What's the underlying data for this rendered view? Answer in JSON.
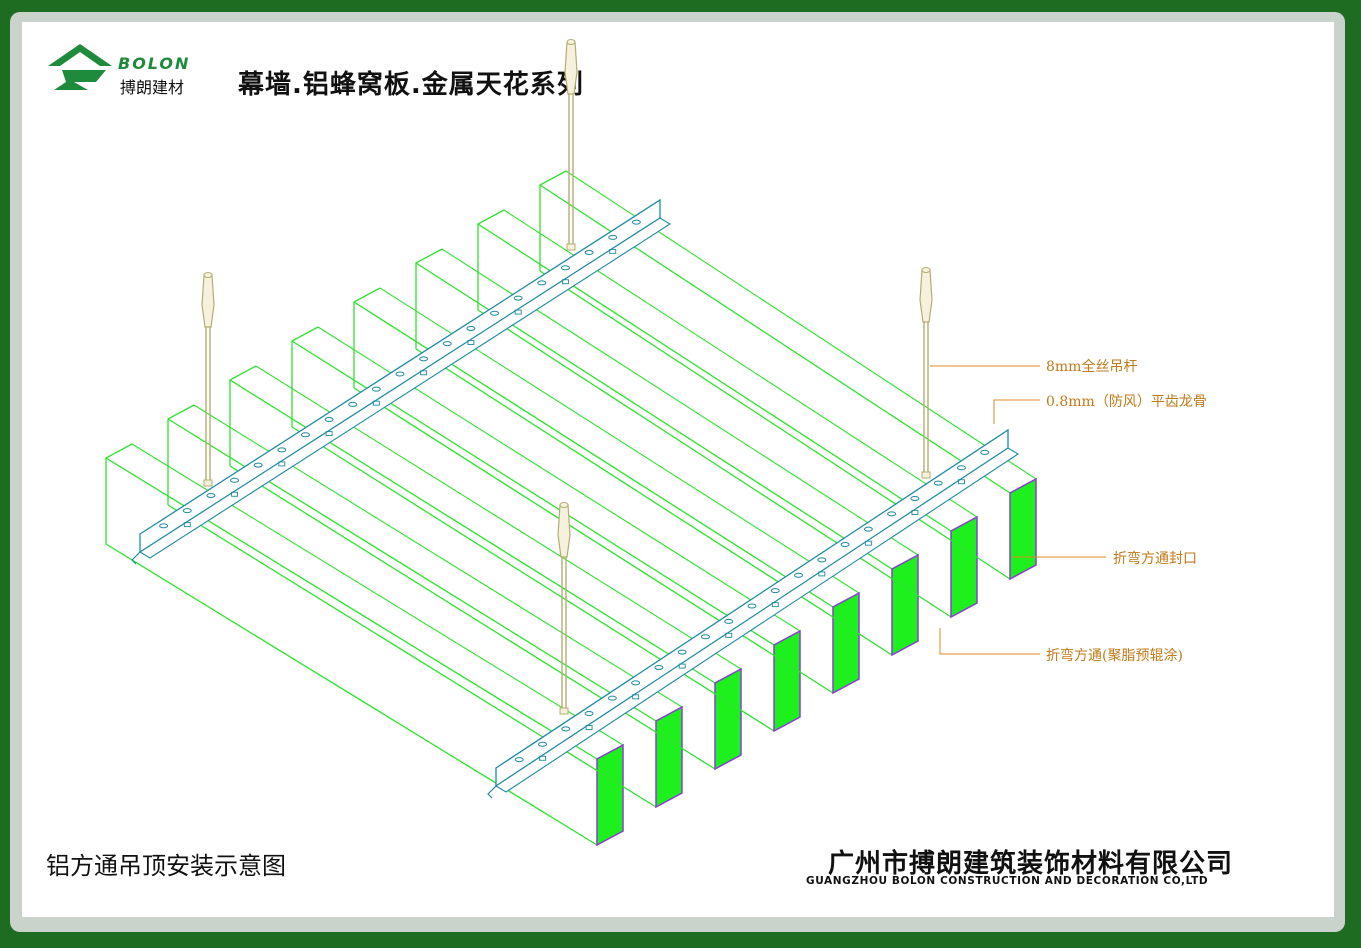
{
  "header": {
    "brand_en": "BOLON",
    "brand_cn": "搏朗建材",
    "series_title": "幕墙.铝蜂窝板.金属天花系列"
  },
  "callouts": [
    {
      "id": "rod",
      "label": "8mm全丝吊杆"
    },
    {
      "id": "keel",
      "label": "0.8mm（防风）平齿龙骨"
    },
    {
      "id": "cap",
      "label": "折弯方通封口"
    },
    {
      "id": "tube",
      "label": "折弯方通(聚脂预辊涂)"
    }
  ],
  "footer": {
    "diagram_title": "铝方通吊顶安装示意图",
    "company_cn": "广州市搏朗建筑装饰材料有限公司",
    "company_en": "GUANGZHOU BOLON CONSTRUCTION AND DECORATION CO,LTD"
  },
  "colors": {
    "frame": "#1e6b22",
    "tube_line": "#2ee32e",
    "tube_end": "#1df01d",
    "tube_end_edge": "#8a3dd6",
    "keel": "#1f8aa0",
    "rod": "#b4ad72",
    "callout": "#e08a1e"
  }
}
